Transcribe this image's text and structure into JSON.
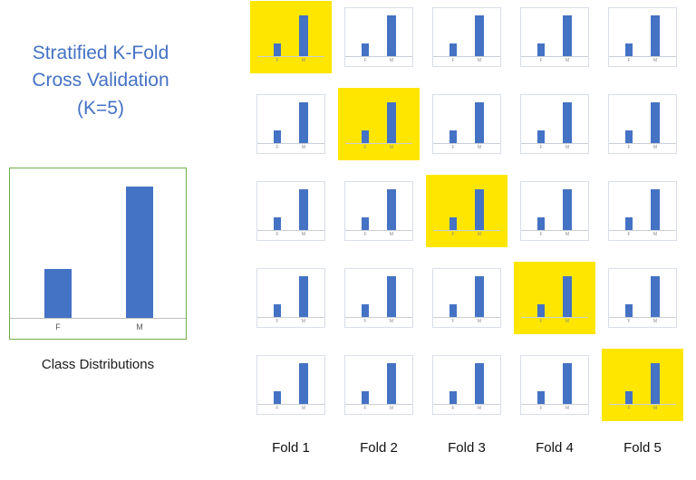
{
  "title": {
    "text": "Stratified K-Fold\nCross Validation\n(K=5)"
  },
  "class_chart": {
    "caption": "Class Distributions",
    "categories": [
      "F",
      "M"
    ],
    "values": [
      33,
      88
    ]
  },
  "folds": {
    "labels": [
      "Fold 1",
      "Fold 2",
      "Fold 3",
      "Fold 4",
      "Fold 5"
    ],
    "rows": 5,
    "cols": 5,
    "mini_chart": {
      "categories": [
        "F",
        "M"
      ],
      "values": [
        28,
        88
      ]
    },
    "highlighted_cells": [
      [
        0,
        0
      ],
      [
        1,
        1
      ],
      [
        2,
        2
      ],
      [
        3,
        3
      ],
      [
        4,
        4
      ]
    ]
  },
  "colors": {
    "bar": "#4472C4",
    "highlight": "#FFE600",
    "title": "#4472C4",
    "class_chart_border": "#70AD47"
  },
  "chart_data": [
    {
      "type": "bar",
      "title": "Class Distributions",
      "categories": [
        "F",
        "M"
      ],
      "values": [
        33,
        88
      ],
      "ylabel": "",
      "xlabel": "",
      "note": "relative bar heights (% of plot area); no numeric axis shown"
    },
    {
      "type": "bar",
      "title": "5x5 grid of fold mini-charts, diagonal cell highlighted yellow per fold",
      "categories": [
        "F",
        "M"
      ],
      "values": [
        28,
        88
      ],
      "note": "all 25 mini charts show the same F/M class ratio; highlighted diagonal = Fold 1..5"
    }
  ]
}
